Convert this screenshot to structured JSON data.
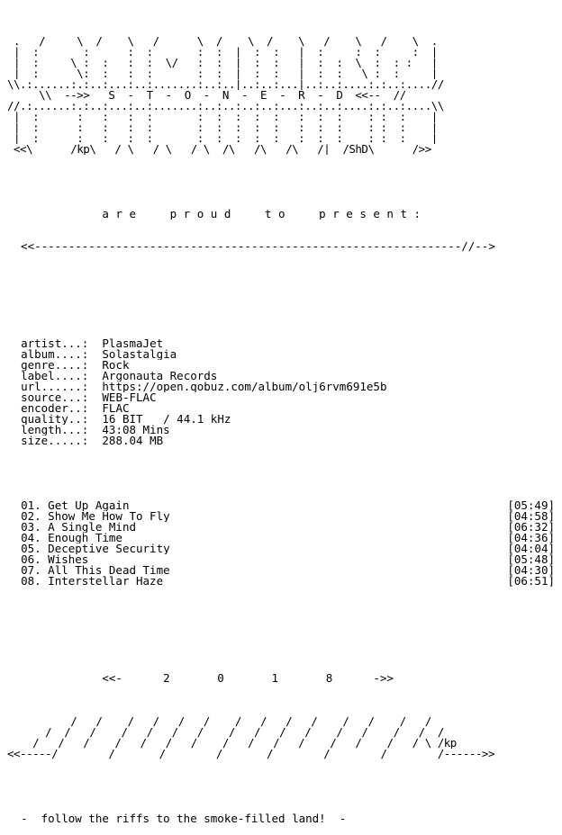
{
  "logo_top": [
    "      _____     ____     _______    ____    ____     ____     ____",
    " .___/     \\__/    \\___/      \\__/    \\__/    \\___/    \\___/    \\__.",
    " |  :_____  :  ____:  :__  ___:  :  |  :  :   |  :  ___:  :  _ _:  |",
    " |  :     \\ :  :   :  :  \\/   :  :  |  :  :   |  :  :  \\  :  :_:   |",
    "_|  :      \\:  :   :  :       :  :  |  :  :   |  :  :   \\ :  :     |_",
    "\\\\.:......:.:..:...:..:.......:..:..|..:..:...|..:..:....:.:..:....//",
    "    _\\\\  -->>   S  -  T  -  O  -  N  -  E  -  R  -  D  <<--  //_",
    "//.:......:.:..:...:..:.......:..:..:..:..:...:..:..:....:.:..:....\\\\",
    " |  :      :   :   :  :       :  :  :  :  :   :  :  :    : :  :    |",
    " |  :      :   :   :  :       :  :  :  :  :   :  :  :    : :  :    |",
    " |__:      :   :   :  :___    :  :  :  :  :   :  :  :    : :  :  __|",
    " <<\\______/kp\\___/ \\___/ \\___/ \\__/\\___/\\___/\\___/|__/ShD\\______/>>"
  ],
  "present_line": "              a r e     p r o u d     t o     p r e s e n t :",
  "divider_line": "  <<---------------------------------------------------------------//-->",
  "info": [
    {
      "key": "artist...:",
      "value": "PlasmaJet"
    },
    {
      "key": "album....:",
      "value": "Solastalgia"
    },
    {
      "key": "genre....:",
      "value": "Rock"
    },
    {
      "key": "label....:",
      "value": "Argonauta Records"
    },
    {
      "key": "url......:",
      "value": "https://open.qobuz.com/album/olj6rvm691e5b"
    },
    {
      "key": "source...:",
      "value": "WEB-FLAC"
    },
    {
      "key": "encoder..:",
      "value": "FLAC"
    },
    {
      "key": "quality..:",
      "value": "16 BIT   / 44.1 kHz"
    },
    {
      "key": "length...:",
      "value": "43:08 Mins"
    },
    {
      "key": "size.....:",
      "value": "288.04 MB"
    }
  ],
  "tracks": [
    {
      "title": "01. Get Up Again",
      "time": "[05:49]"
    },
    {
      "title": "02. Show Me How To Fly",
      "time": "[04:58]"
    },
    {
      "title": "03. A Single Mind",
      "time": "[06:32]"
    },
    {
      "title": "04. Enough Time",
      "time": "[04:36]"
    },
    {
      "title": "05. Deceptive Security",
      "time": "[04:04]"
    },
    {
      "title": "06. Wishes",
      "time": "[05:48]"
    },
    {
      "title": "07. All This Dead Time",
      "time": "[04:30]"
    },
    {
      "title": "08. Interstellar Haze",
      "time": "[06:51]"
    }
  ],
  "year_line": "              <<-      2       0       1       8      ->>",
  "logo_bottom": [
    "           ____     ____    ____     ____    ____     ____     ____",
    "       ___/   /____/   /___/   /____/   /___/   /____/   /____/   /__",
    "     _/  /   /    /   /   /   /    /   /   /   /    /   /    /   /  /",
    "    /   /___/    /___/   /___/    /___/   /___/    /___/    /___/ \\_/kp",
    "<<-----/________/_______/________/_______/________/________/________/------>>"
  ],
  "footer": "  -  follow the riffs to the smoke-filled land!  -"
}
